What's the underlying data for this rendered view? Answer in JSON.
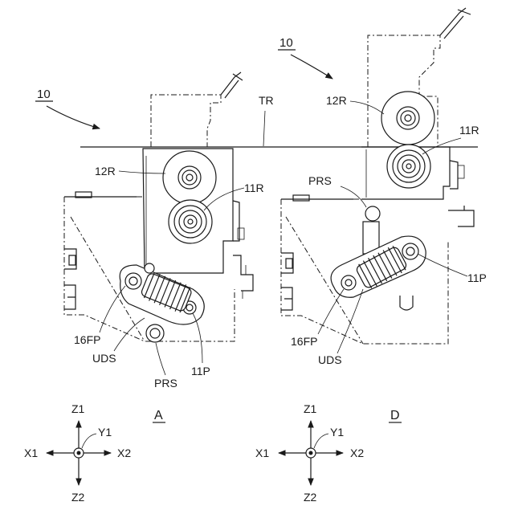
{
  "labels": {
    "ref_left": "10",
    "ref_right": "10",
    "tr": "TR",
    "l_12r": "12R",
    "l_11r": "11R",
    "l_16fp": "16FP",
    "l_uds": "UDS",
    "l_prs": "PRS",
    "l_11p": "11P",
    "r_12r": "12R",
    "r_11r": "11R",
    "r_prs": "PRS",
    "r_16fp": "16FP",
    "r_uds": "UDS",
    "r_11p": "11P",
    "view_a": "A",
    "view_d": "D"
  },
  "axes_left": {
    "z1": "Z1",
    "z2": "Z2",
    "x1": "X1",
    "x2": "X2",
    "y1": "Y1"
  },
  "axes_right": {
    "z1": "Z1",
    "z2": "Z2",
    "x1": "X1",
    "x2": "X2",
    "y1": "Y1"
  }
}
